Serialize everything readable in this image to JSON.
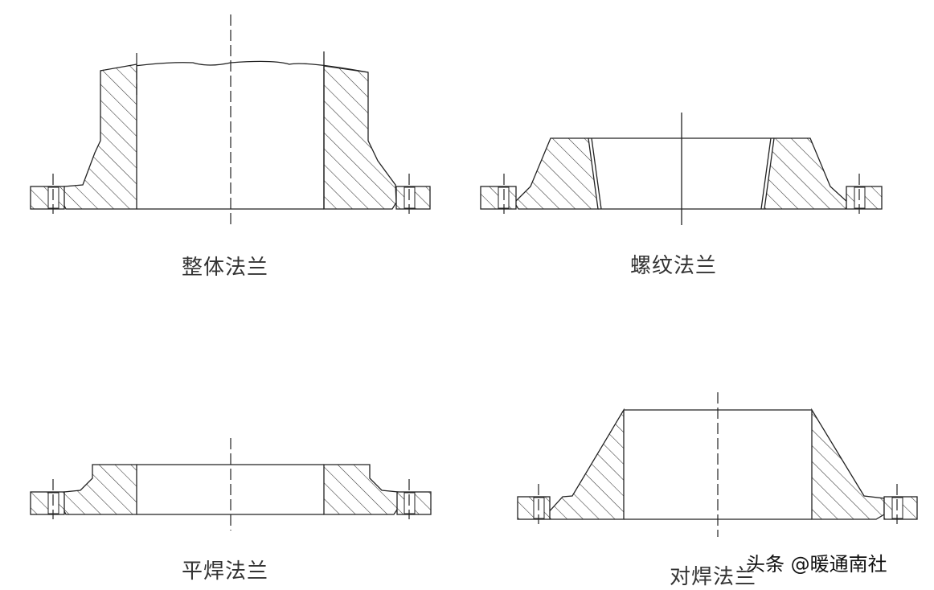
{
  "labels": {
    "integral": "整体法兰",
    "threaded": "螺纹法兰",
    "slip_on": "平焊法兰",
    "weld_neck": "对焊法兰"
  },
  "watermark": "头条 @暖通南社"
}
